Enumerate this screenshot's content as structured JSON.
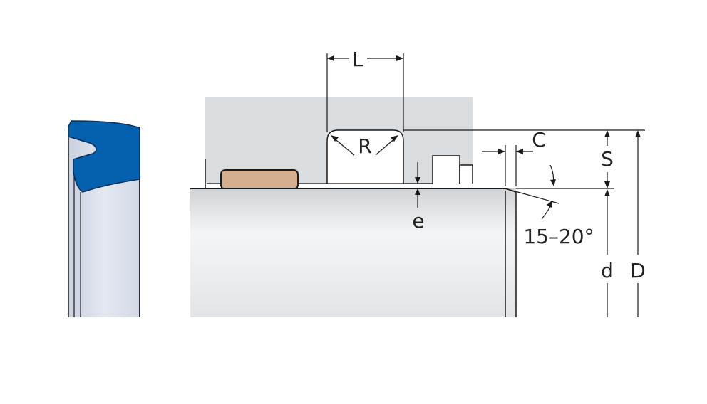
{
  "labels": {
    "length": "L",
    "radius": "R",
    "chamfer": "C",
    "section": "S",
    "clearance": "e",
    "angle": "15–20°",
    "rod_diameter": "d",
    "groove_diameter": "D"
  },
  "colors": {
    "seal_blue": "#0560AE",
    "guide_ring_tan": "#D4AE8E",
    "housing_grey": "#D9DDE0",
    "rod_grey": "#EAECED",
    "seal_section_light": "#DCE2EE",
    "line": "#1A1A1A"
  }
}
